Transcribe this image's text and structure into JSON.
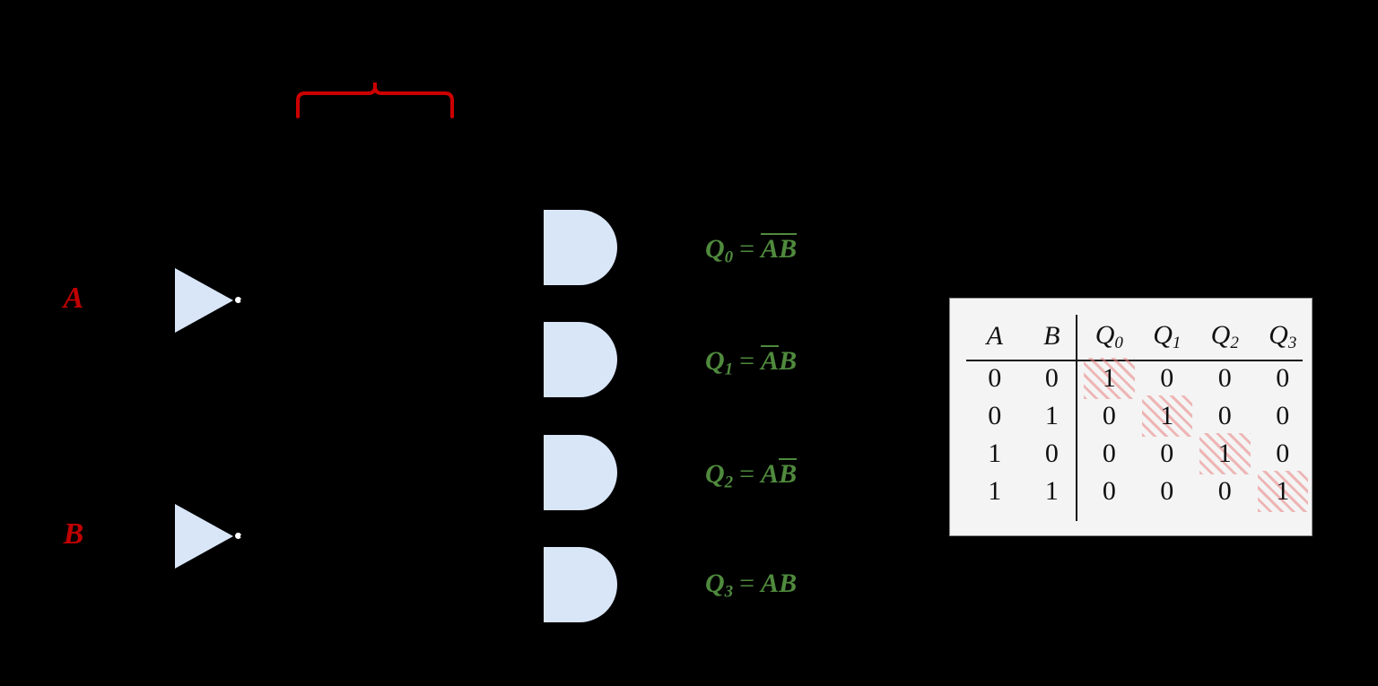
{
  "diagram": {
    "title": "2-to-4 decoder",
    "inputs": [
      {
        "label": "A",
        "color": "#c00000"
      },
      {
        "label": "B",
        "color": "#c00000"
      }
    ],
    "brace": {
      "color": "#cc0000",
      "label": ""
    },
    "gate_fill": "#d9e6f8",
    "outputs": [
      {
        "name": "Q",
        "index": "0",
        "lhs": "Q",
        "sub": "0",
        "eq": "=",
        "term_a": "A",
        "term_a_bar": true,
        "term_b": "B",
        "term_b_bar": true
      },
      {
        "name": "Q",
        "index": "1",
        "lhs": "Q",
        "sub": "1",
        "eq": "=",
        "term_a": "A",
        "term_a_bar": true,
        "term_b": "B",
        "term_b_bar": false
      },
      {
        "name": "Q",
        "index": "2",
        "lhs": "Q",
        "sub": "2",
        "eq": "=",
        "term_a": "A",
        "term_a_bar": false,
        "term_b": "B",
        "term_b_bar": true
      },
      {
        "name": "Q",
        "index": "3",
        "lhs": "Q",
        "sub": "3",
        "eq": "=",
        "term_a": "A",
        "term_a_bar": false,
        "term_b": "B",
        "term_b_bar": false
      }
    ]
  },
  "chart_data": {
    "type": "table",
    "title": "Truth table",
    "headers": [
      "A",
      "B",
      "Q0",
      "Q1",
      "Q2",
      "Q3"
    ],
    "header_labels": [
      {
        "base": "A",
        "sub": ""
      },
      {
        "base": "B",
        "sub": ""
      },
      {
        "base": "Q",
        "sub": "0"
      },
      {
        "base": "Q",
        "sub": "1"
      },
      {
        "base": "Q",
        "sub": "2"
      },
      {
        "base": "Q",
        "sub": "3"
      }
    ],
    "rows": [
      {
        "A": "0",
        "B": "0",
        "Q0": "1",
        "Q1": "0",
        "Q2": "0",
        "Q3": "0",
        "highlight": "Q0"
      },
      {
        "A": "0",
        "B": "1",
        "Q0": "0",
        "Q1": "1",
        "Q2": "0",
        "Q3": "0",
        "highlight": "Q1"
      },
      {
        "A": "1",
        "B": "0",
        "Q0": "0",
        "Q1": "0",
        "Q2": "1",
        "Q3": "0",
        "highlight": "Q2"
      },
      {
        "A": "1",
        "B": "1",
        "Q0": "0",
        "Q1": "0",
        "Q2": "0",
        "Q3": "1",
        "highlight": "Q3"
      }
    ],
    "highlight_color": "#e98282",
    "panel_bg": "#f4f4f4",
    "panel_border": "#8c8c8c"
  }
}
